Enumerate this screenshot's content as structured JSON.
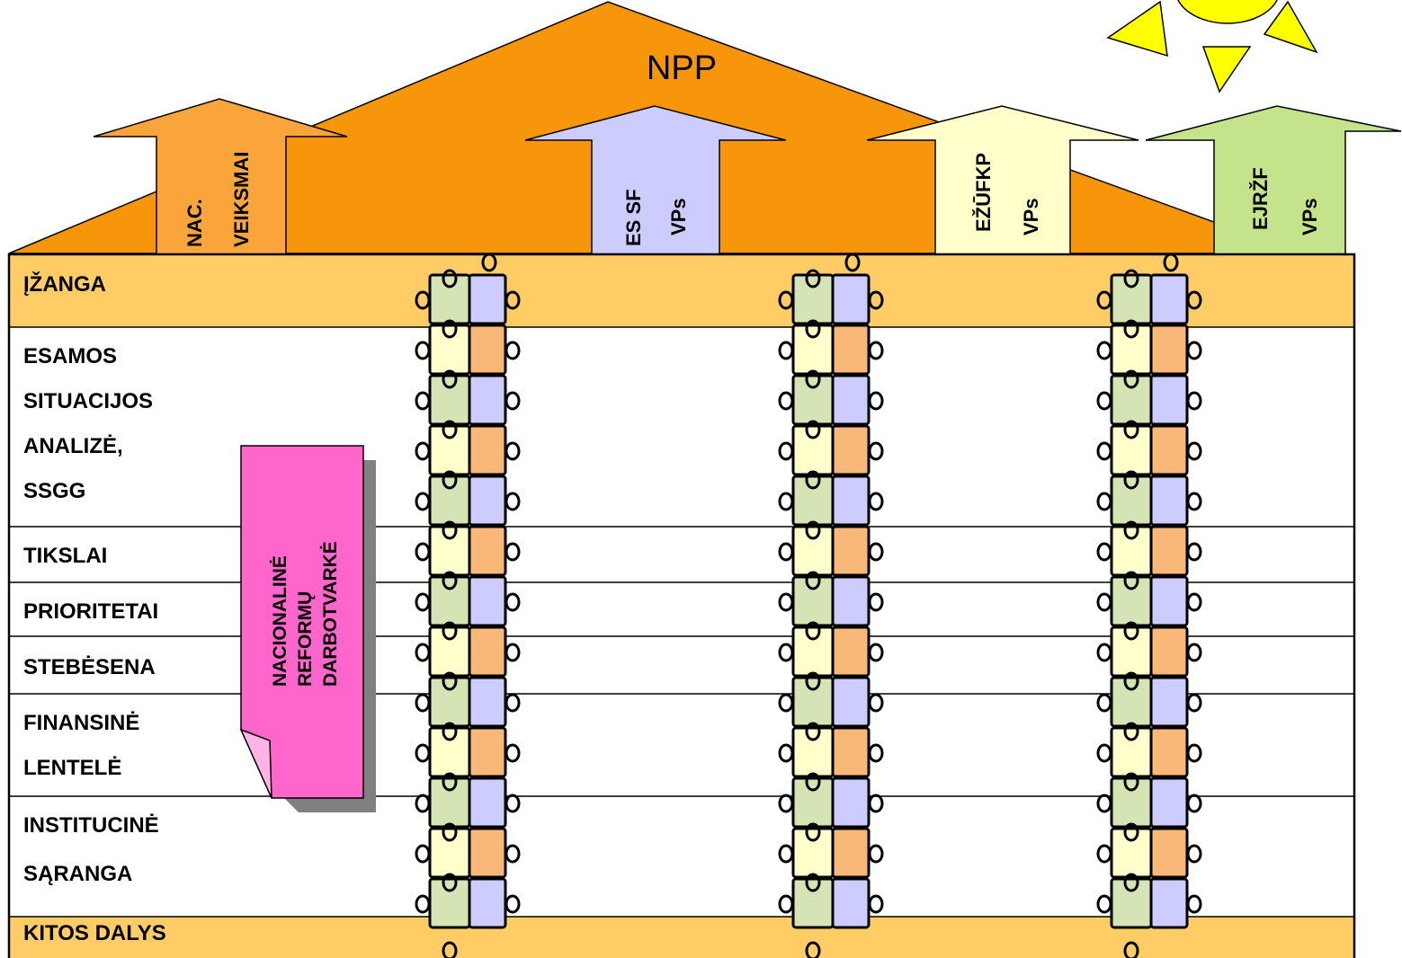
{
  "roof": {
    "title": "NPP",
    "color": "#F7960A"
  },
  "arrows": [
    {
      "lines": [
        "NAC.",
        "VEIKSMAI"
      ],
      "color": "#FAA43C"
    },
    {
      "lines": [
        "ES SF",
        "VPs"
      ],
      "color": "#CCCCFF"
    },
    {
      "lines": [
        "EŽŪFKP",
        "VPs"
      ],
      "color": "#FFFFCC"
    },
    {
      "lines": [
        "EJRŽF",
        "VPs"
      ],
      "color": "#C4E38A"
    }
  ],
  "rows": [
    {
      "lines": [
        "ĮŽANGA"
      ],
      "highlight": true
    },
    {
      "lines": [
        "ESAMOS",
        "SITUACIJOS",
        "ANALIZĖ,",
        "SSGG"
      ],
      "highlight": false
    },
    {
      "lines": [
        "TIKSLAI"
      ],
      "highlight": false
    },
    {
      "lines": [
        "PRIORITETAI"
      ],
      "highlight": false
    },
    {
      "lines": [
        "STEBĖSENA"
      ],
      "highlight": false
    },
    {
      "lines": [
        "FINANSINĖ",
        "LENTELĖ"
      ],
      "highlight": false
    },
    {
      "lines": [
        "INSTITUCINĖ",
        "SĄRANGA"
      ],
      "highlight": false
    },
    {
      "lines": [
        "KITOS DALYS"
      ],
      "highlight": true
    }
  ],
  "note": {
    "lines": [
      "NACIONALINĖ",
      "REFORMŲ",
      "DARBOTVARKĖ"
    ],
    "color": "#FF66CC"
  },
  "colors": {
    "band": "#FFCC66",
    "sun": "#FFFF00",
    "puzzle_green": "#D4E4B4",
    "puzzle_lilac": "#CCCCFF",
    "puzzle_yellow": "#FFFFCC",
    "puzzle_orange": "#F9B77A"
  }
}
